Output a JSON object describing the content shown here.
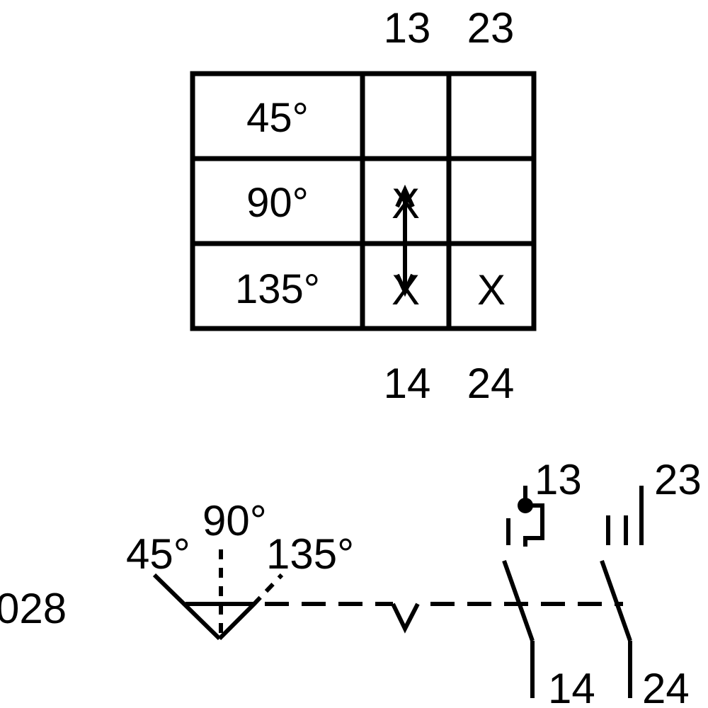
{
  "table": {
    "columns": [
      "13",
      "23"
    ],
    "bottom_labels": [
      "14",
      "24"
    ],
    "rows": [
      {
        "angle": "45°",
        "marks": [
          "",
          ""
        ]
      },
      {
        "angle": "90°",
        "marks": [
          "X",
          ""
        ]
      },
      {
        "angle": "135°",
        "marks": [
          "X",
          "X"
        ]
      }
    ]
  },
  "schematic": {
    "angles": [
      "45°",
      "90°",
      "135°"
    ],
    "part_code": "028",
    "contacts": [
      {
        "top": "13",
        "bottom": "14"
      },
      {
        "top": "23",
        "bottom": "24"
      }
    ]
  }
}
